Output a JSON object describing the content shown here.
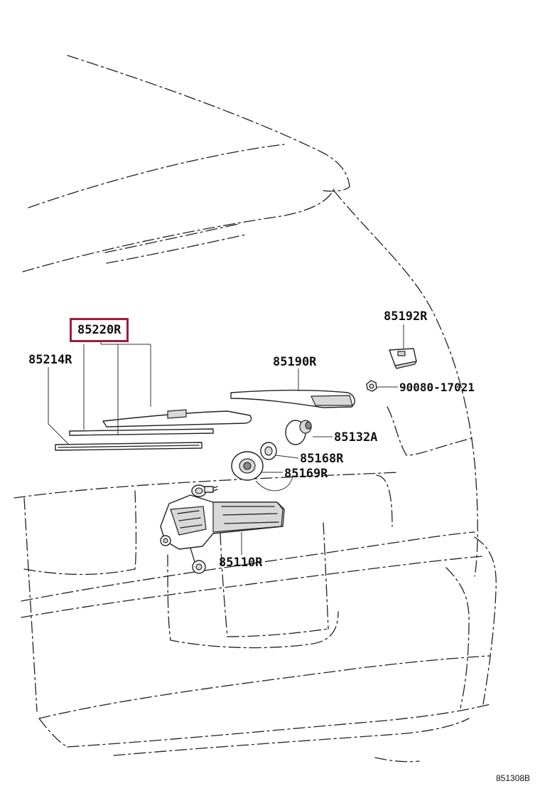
{
  "diagram": {
    "highlight_color": "#a01c3c",
    "line_color": "#222222",
    "parts": [
      {
        "id": "p85220R",
        "number": "85220R",
        "highlighted": true
      },
      {
        "id": "p85214R",
        "number": "85214R"
      },
      {
        "id": "p85190R",
        "number": "85190R"
      },
      {
        "id": "p85192R",
        "number": "85192R"
      },
      {
        "id": "p90080",
        "number": "90080-17021"
      },
      {
        "id": "p85132A",
        "number": "85132A"
      },
      {
        "id": "p85168R",
        "number": "85168R"
      },
      {
        "id": "p85169R",
        "number": "85169R"
      },
      {
        "id": "p85110R",
        "number": "85110R"
      }
    ],
    "figure_code": "851308B"
  }
}
